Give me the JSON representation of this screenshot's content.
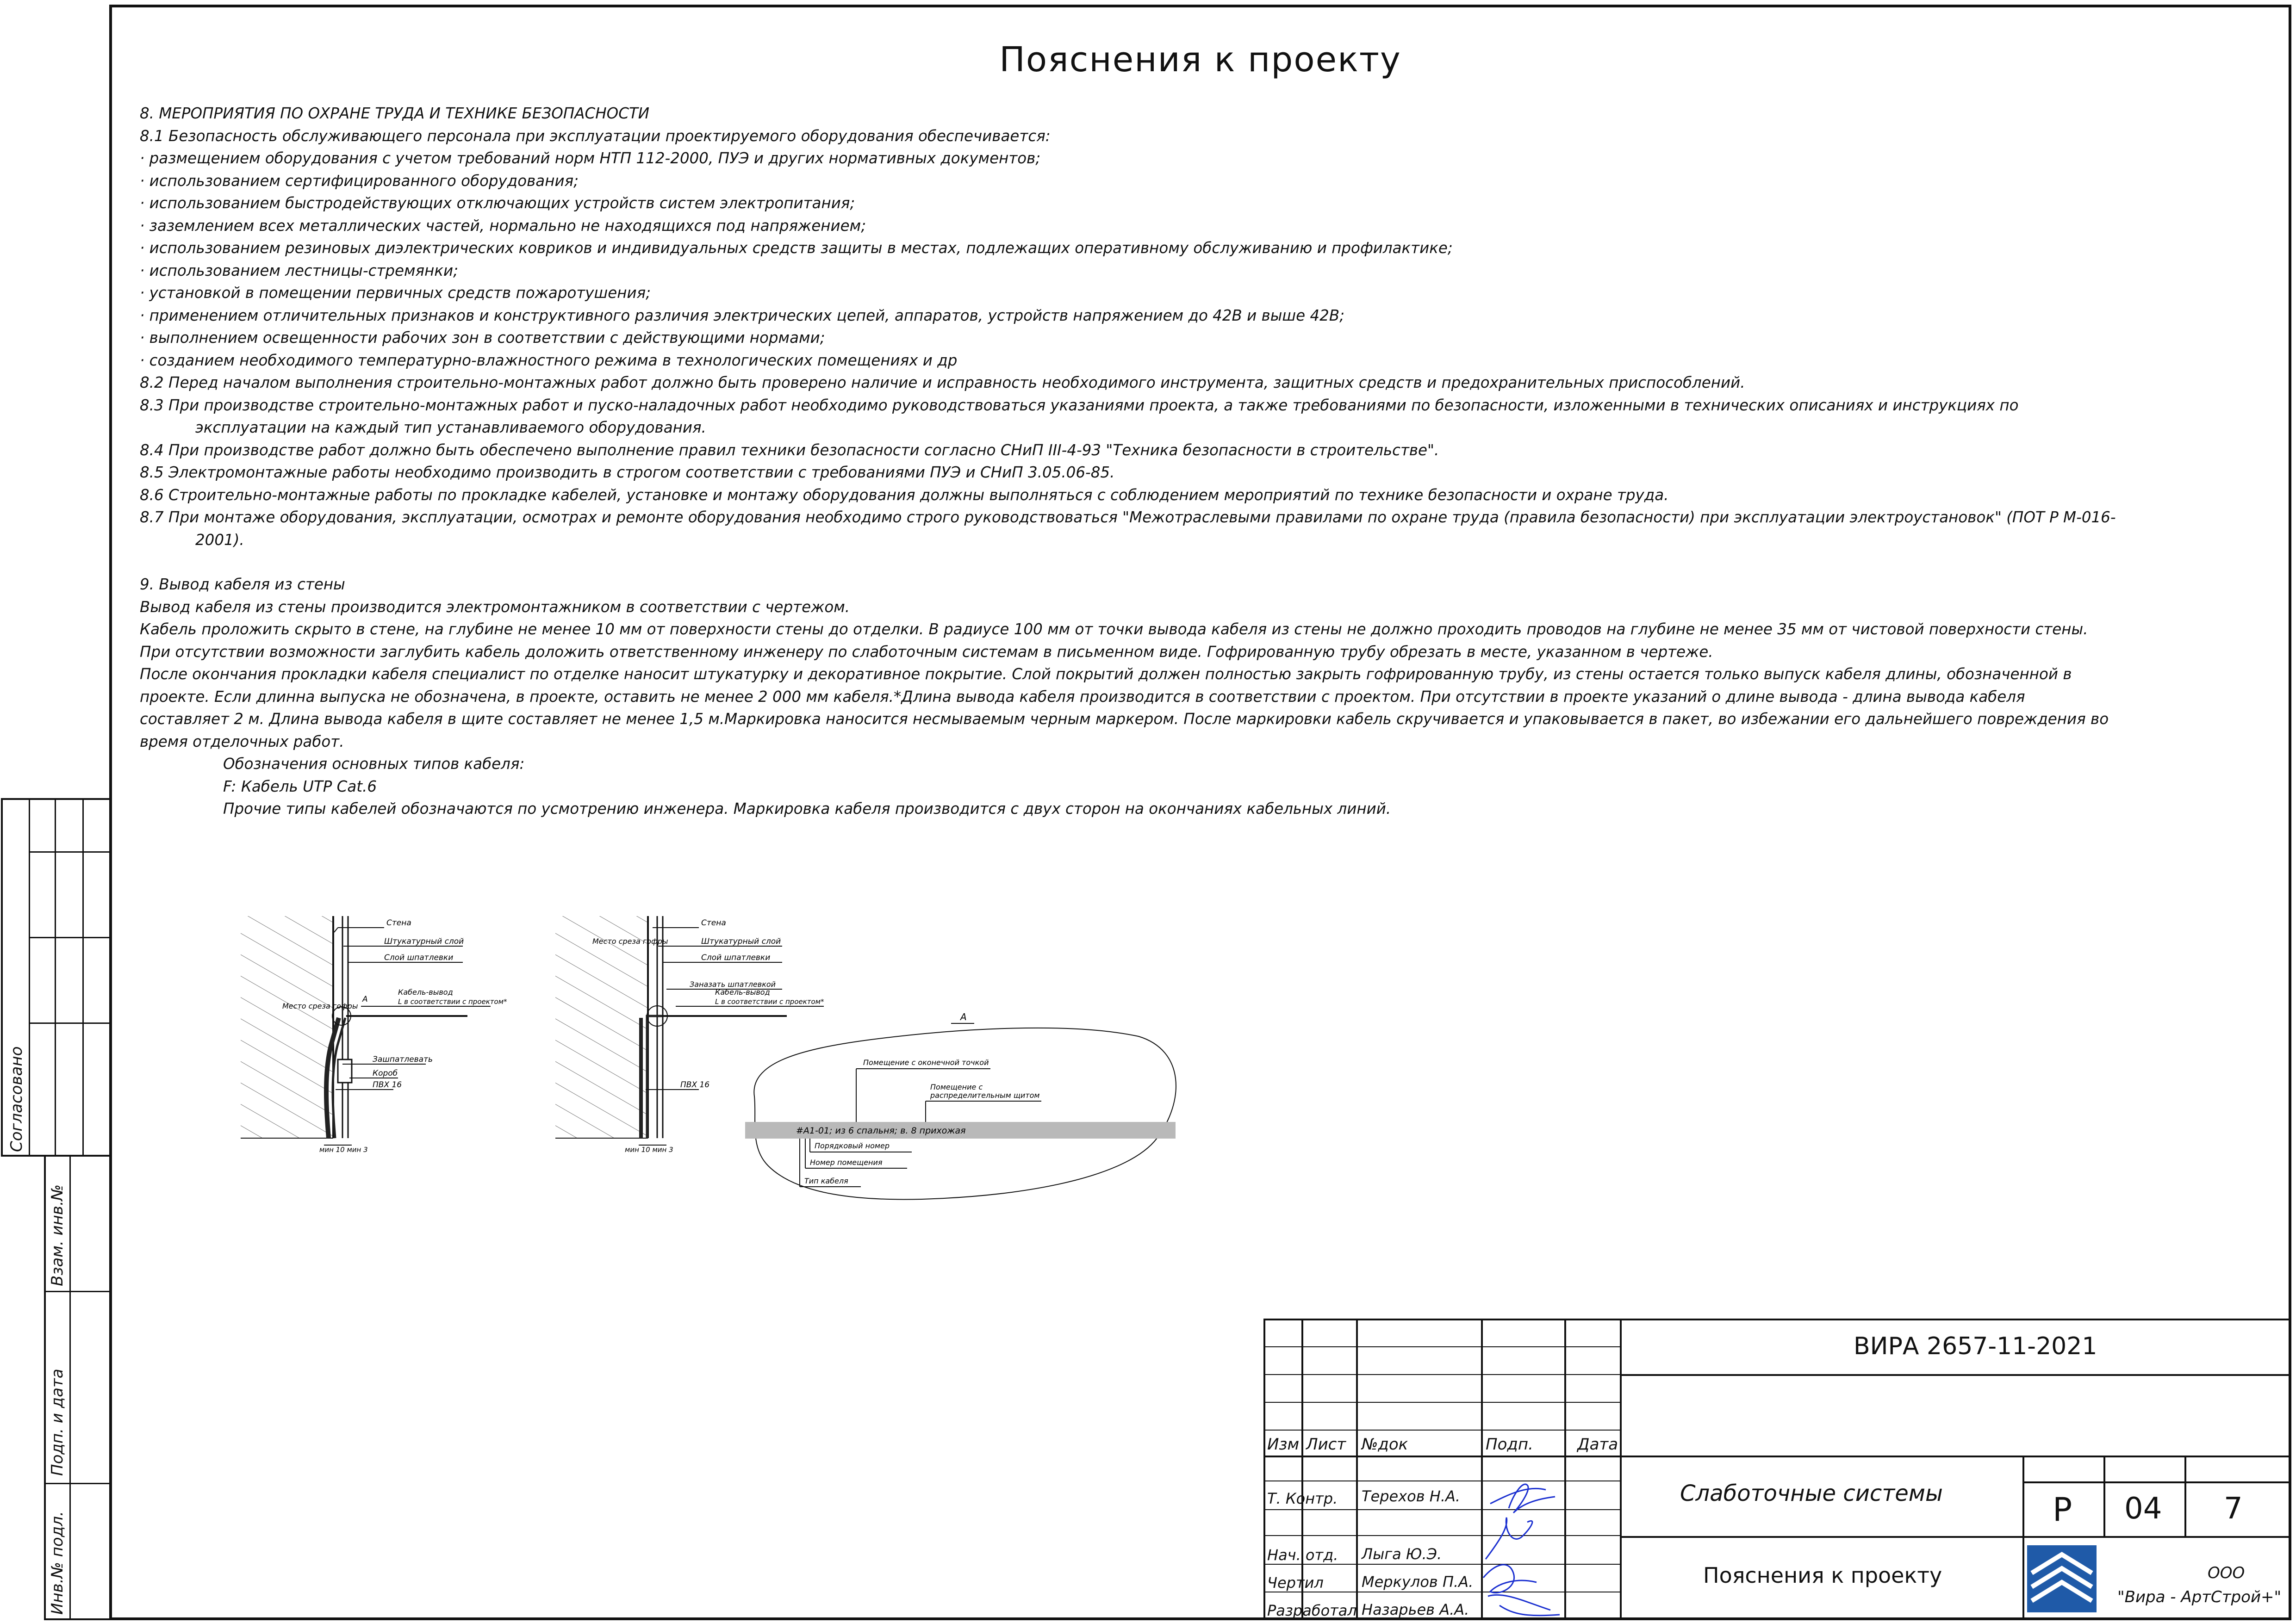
{
  "title": "Пояснения к проекту",
  "section8": {
    "heading": "8. МЕРОПРИЯТИЯ ПО ОХРАНЕ ТРУДА И ТЕХНИКЕ БЕЗОПАСНОСТИ",
    "lines": [
      "8.1 Безопасность обслуживающего персонала при эксплуатации проектируемого оборудования обеспечивается:",
      "· размещением оборудования с учетом требований норм НТП 112-2000, ПУЭ и других нормативных документов;",
      "· использованием сертифицированного оборудования;",
      "· использованием быстродействующих отключающих устройств систем электропитания;",
      "· заземлением всех металлических частей, нормально не находящихся под напряжением;",
      "· использованием резиновых диэлектрических ковриков и индивидуальных средств защиты в местах, подлежащих оперативному обслуживанию и профилактике;",
      "· использованием лестницы-стремянки;",
      "· установкой в помещении первичных средств пожаротушения;",
      "· применением отличительных признаков и конструктивного различия электрических цепей, аппаратов, устройств напряжением до 42В и выше 42В;",
      "· выполнением освещенности рабочих зон в соответствии с действующими нормами;",
      "· созданием необходимого температурно-влажностного режима в технологических помещениях и др",
      "8.2 Перед началом выполнения строительно-монтажных работ должно быть проверено наличие и исправность необходимого инструмента, защитных средств и  предохранительных приспособлений.",
      "8.3 При производстве строительно-монтажных работ и пуско-наладочных работ необходимо руководствоваться указаниями проекта, а также требованиями по безопасности, изложенными в технических описаниях и инструкциях по"
    ],
    "line_8_3_cont": "эксплуатации на каждый тип устанавливаемого оборудования.",
    "lines_b": [
      "8.4 При производстве работ должно быть обеспечено выполнение правил техники безопасности согласно СНиП III-4-93 \"Техника безопасности в строительстве\".",
      "8.5 Электромонтажные работы необходимо производить в строгом соответствии с требованиями ПУЭ и СНиП 3.05.06-85.",
      "8.6 Строительно-монтажные работы по прокладке кабелей, установке и монтажу оборудования должны выполняться с соблюдением мероприятий по технике безопасности и охране труда.",
      "8.7 При монтаже оборудования, эксплуатации, осмотрах и ремонте оборудования необходимо строго руководствоваться \"Межотраслевыми правилами по охране труда (правила безопасности) при эксплуатации электроустановок\" (ПОТ Р М-016-"
    ],
    "line_8_7_cont": "2001)."
  },
  "section9": {
    "heading": "9. Вывод кабеля из стены",
    "lines": [
      "Вывод кабеля из стены производится электромонтажником в соответствии с чертежом.",
      "Кабель проложить скрыто в стене, на глубине не менее 10 мм от поверхности стены до отделки. В радиусе 100 мм от точки вывода кабеля из стены не должно проходить проводов на глубине не менее 35 мм от чистовой поверхности стены.",
      "При отсутствии возможности заглубить кабель доложить ответственному инженеру по слаботочным системам в письменном виде. Гофрированную трубу обрезать в месте, указанном в чертеже.",
      "После окончания прокладки кабеля специалист по отделке наносит штукатурку и декоративное покрытие. Слой покрытий должен полностью закрыть гофрированную трубу, из стены остается только выпуск кабеля длины, обозначенной в",
      "проекте. Если длинна выпуска не обозначена, в проекте, оставить не менее 2 000 мм кабеля.*Длина вывода кабеля производится в соответствии с проектом. При отсутствии в проекте указаний о длине вывода - длина вывода кабеля",
      "составляет 2 м. Длина вывода  кабеля в щите составляет не менее 1,5 м.Маркировка наносится несмываемым черным маркером. После маркировки кабель скручивается и упаковывается в пакет, во избежании его дальнейшего повреждения во",
      "время отделочных работ."
    ],
    "types_heading": "Обозначения основных типов кабеля:",
    "type_f": "F: Кабель UTP Cat.6",
    "other_types": "Прочие типы кабелей обозначаются по усмотрению инженера. Маркировка кабеля производится с двух сторон на окончаниях кабельных линий."
  },
  "drawing1": {
    "labels": [
      "Стена",
      "Штукатурный слой",
      "Слой шпатлевки",
      "Место среза гофры",
      "A",
      "Кабель-вывод",
      "L в соответствии с проектом*",
      "Зашпатлевать",
      "Короб",
      "ПВХ 16",
      "мин 10 мин 3"
    ]
  },
  "drawing2": {
    "labels": [
      "Стена",
      "Штукатурный слой",
      "Слой шпатлевки",
      "Место среза гофры",
      "Заназать шпатлевкой",
      "Кабель-вывод",
      "L в соответствии с проектом*",
      "ПВХ 16",
      "мин 10 мин 3"
    ]
  },
  "drawing3": {
    "title": "A",
    "label_top1": "Помещение с оконечной точкой",
    "label_top2a": "Помещение с",
    "label_top2b": "распределительным щитом",
    "marking": "#А1-01; из 6 спальня; в. 8 прихожая",
    "label_b1": "Порядковый номер",
    "label_b2": "Номер помещения",
    "label_b3": "Тип кабеля"
  },
  "side": {
    "agreed": "Согласовано",
    "inv_zam": "Взам. инв.№",
    "sign_date": "Подп. и дата",
    "inv_orig": "Инв.№ подл."
  },
  "stamp": {
    "doc_code": "ВИРА 2657-11-2021",
    "col_izm": "Изм",
    "col_list": "Лист",
    "col_ndoc": "№док",
    "col_podp": "Подп.",
    "col_data": "Дата",
    "role1": "Т. Контр.",
    "name1": "Терехов Н.А.",
    "role2": "Нач. отд.",
    "name2": "Лыга Ю.Э.",
    "role3": "Чертил",
    "name3": "Меркулов П.А.",
    "role4": "Разработал",
    "name4": "Назарьев А.А.",
    "system": "Слаботочные системы",
    "sheet_title": "Пояснения к проекту",
    "stage": "Р",
    "sheet": "04",
    "sheets": "7",
    "org1": "ООО",
    "org2": "\"Вира - АртСтрой+\"",
    "logo_color": "#1f5aa8",
    "signature_color": "#1a2fd0"
  }
}
